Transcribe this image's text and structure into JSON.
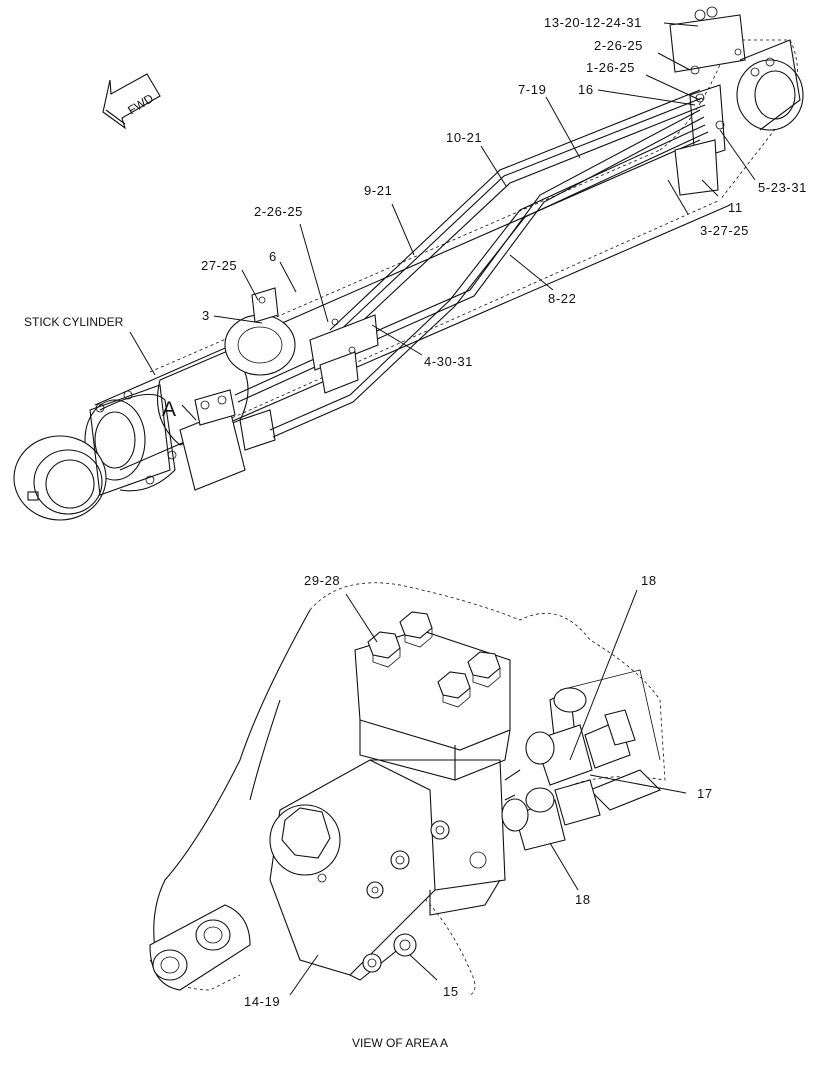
{
  "labels": {
    "cyl_title": "STICK CYLINDER",
    "area_a": "A",
    "fwd": "FWD",
    "view_caption": "VIEW OF AREA A",
    "l_13_20_12_24_31": "13-20-12-24-31",
    "l_2_26_25_top": "2-26-25",
    "l_1_26_25": "1-26-25",
    "l_16": "16",
    "l_7_19": "7-19",
    "l_10_21": "10-21",
    "l_5_23_31": "5-23-31",
    "l_11": "11",
    "l_3_27_25": "3-27-25",
    "l_9_21": "9-21",
    "l_2_26_25_mid": "2-26-25",
    "l_27_25": "27-25",
    "l_6": "6",
    "l_3": "3",
    "l_8_22": "8-22",
    "l_4_30_31": "4-30-31",
    "l_29_28": "29-28",
    "l_18_top": "18",
    "l_17": "17",
    "l_18_bottom": "18",
    "l_15": "15",
    "l_14_19": "14-19"
  }
}
